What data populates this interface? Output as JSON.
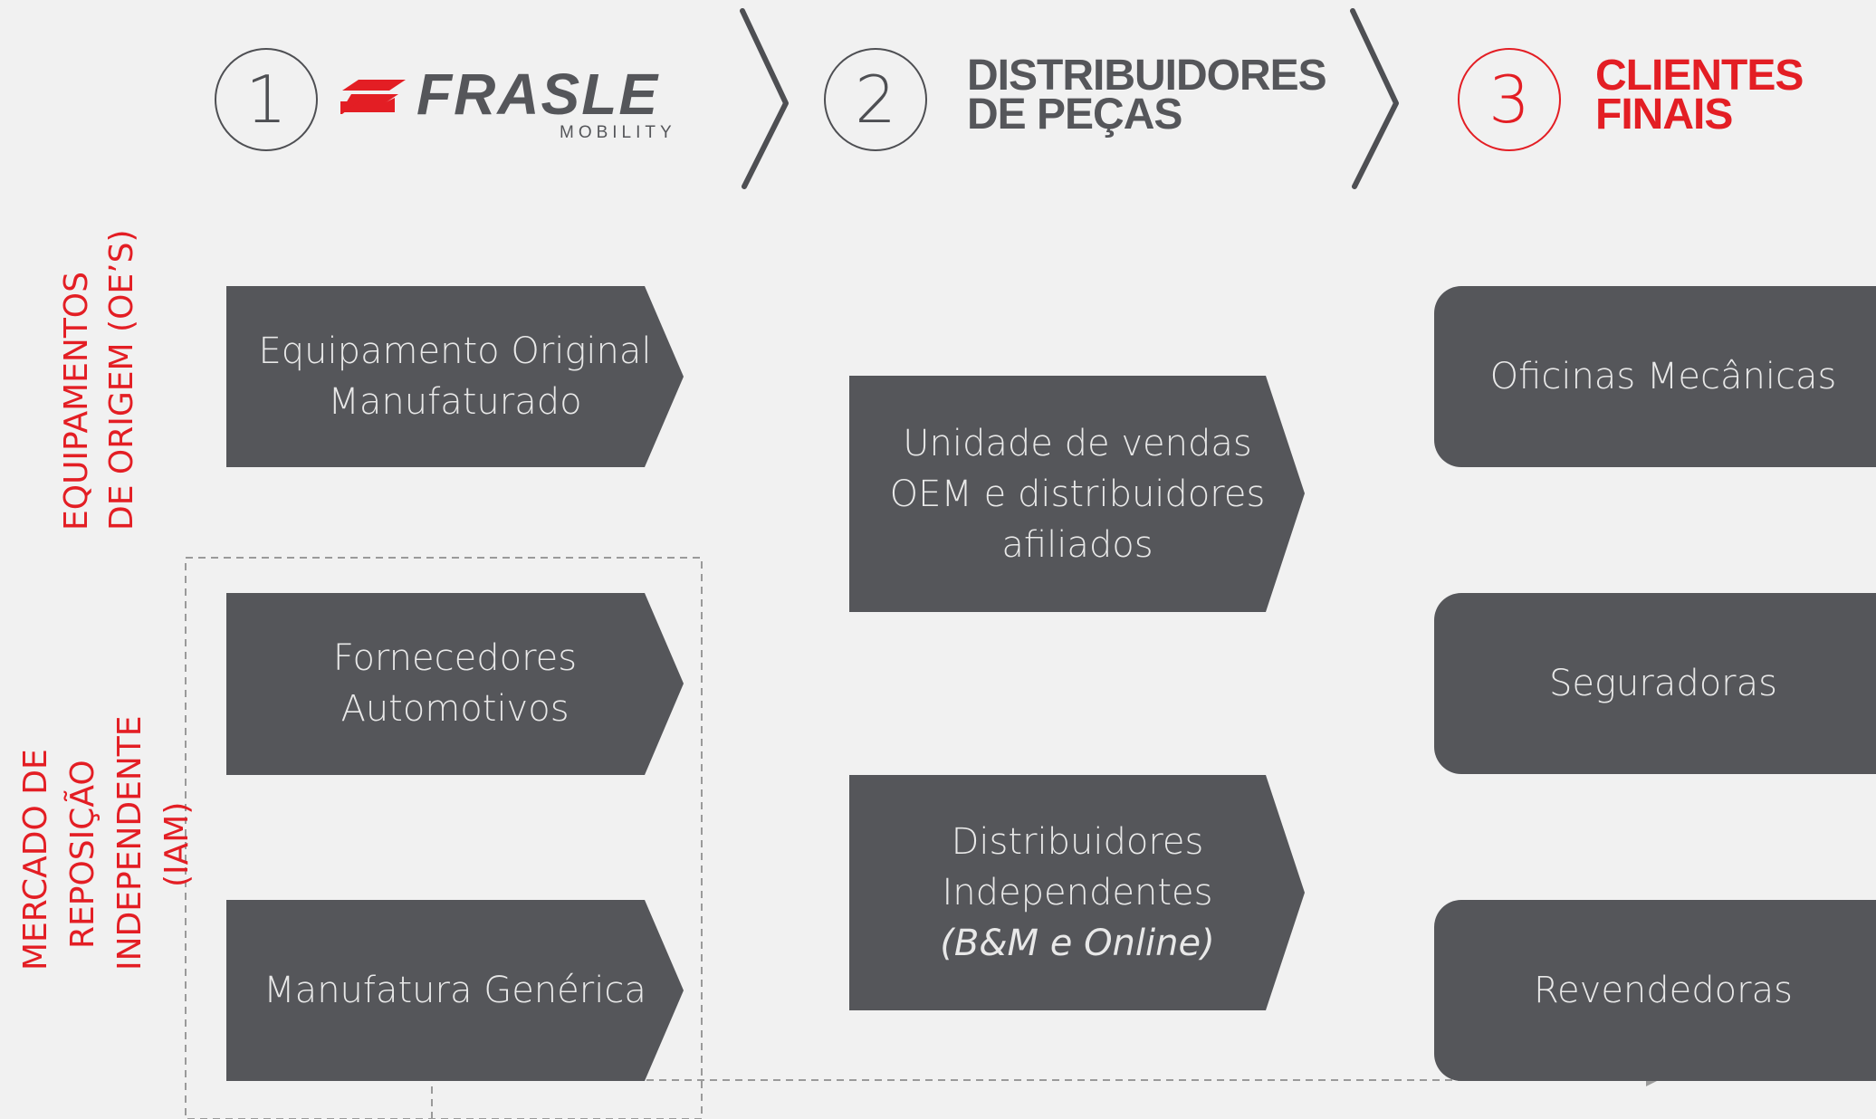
{
  "steps": [
    {
      "number": "1",
      "brand": "FRASLE",
      "brand_sub": "MOBILITY"
    },
    {
      "number": "2",
      "title_line1": "DISTRIBUIDORES",
      "title_line2": "DE PEÇAS"
    },
    {
      "number": "3",
      "title_line1": "CLIENTES",
      "title_line2": "FINAIS"
    }
  ],
  "side_labels": {
    "oe": {
      "line1": "EQUIPAMENTOS",
      "line2": "DE ORIGEM  (OE’S)"
    },
    "iam": {
      "line1": "MERCADO DE",
      "line2": "REPOSIÇÃO",
      "line3": "INDEPENDENTE",
      "line4": "(IAM)"
    }
  },
  "manufacturers": [
    {
      "line1": "Equipamento Original",
      "line2": "Manufaturado"
    },
    {
      "line1": "Fornecedores",
      "line2": "Automotivos"
    },
    {
      "line1": "Manufatura Genérica"
    }
  ],
  "distributors": [
    {
      "line1": "Unidade de vendas",
      "line2": "OEM e distribuidores",
      "line3": "afiliados"
    },
    {
      "line1": "Distribuidores",
      "line2": "Independentes",
      "line3": "(B&M  e Online)"
    }
  ],
  "clients": [
    {
      "label": "Oficinas Mecânicas"
    },
    {
      "label": "Seguradoras"
    },
    {
      "label": "Revendedoras"
    }
  ],
  "colors": {
    "box": "#55565a",
    "accent": "#e31e24",
    "text_dark": "#55565a",
    "background": "#f1f1f1"
  }
}
